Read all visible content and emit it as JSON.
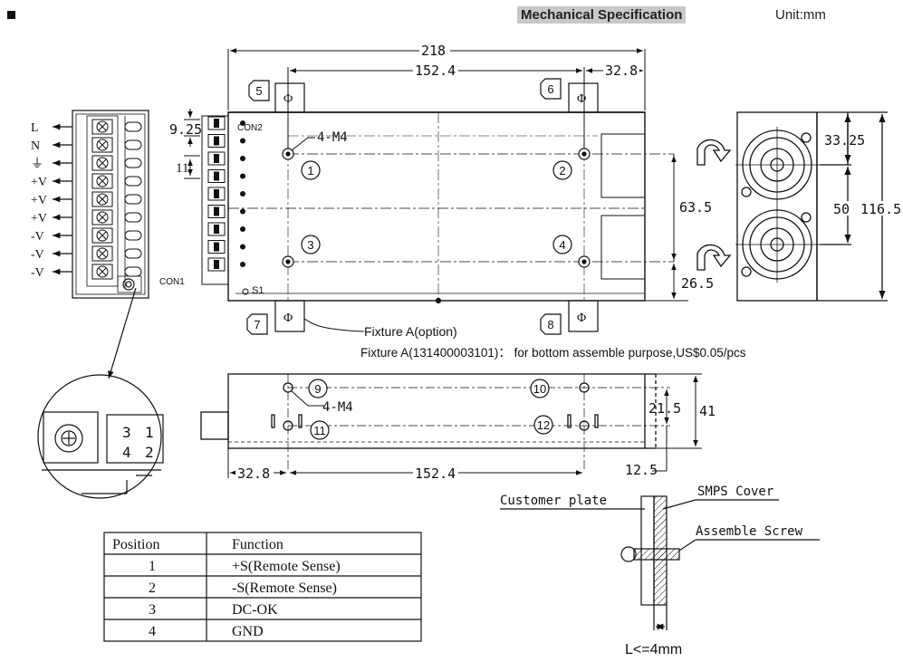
{
  "header": {
    "title": "Mechanical Specification",
    "unit": "Unit:mm"
  },
  "dims": {
    "overall_length": "218",
    "hole_spacing_x": "152.4",
    "hole_offset_right": "32.8",
    "terminal_pitch_top": "9.25",
    "terminal_pitch": "11",
    "hole_spacing_y": "63.5",
    "bottom_offset": "26.5",
    "fan_offset": "33.25",
    "fan_spacing": "50",
    "overall_width": "116.5",
    "side_hole_offset_left": "32.8",
    "side_hole_spacing": "152.4",
    "side_hole_height": "21.5",
    "overall_height": "41",
    "side_bottom_offset": "12.5"
  },
  "labels": {
    "screw_top": "4-M4",
    "screw_side": "4-M4",
    "con2": "CON2",
    "con1": "CON1",
    "s1": "S1",
    "fixture_callout": "Fixture A(option)",
    "fixture_note": "Fixture A(131400003101)： for bottom assemble purpose,US$0.05/pcs",
    "customer_plate": "Customer plate",
    "smps_cover": "SMPS Cover",
    "assemble_screw": "Assemble Screw",
    "screw_length": "L<=4mm"
  },
  "terminals": [
    "L",
    "N",
    "⏚",
    "+V",
    "+V",
    "+V",
    "-V",
    "-V",
    "-V"
  ],
  "markers": [
    "1",
    "2",
    "3",
    "4",
    "5",
    "6",
    "7",
    "8",
    "9",
    "10",
    "11",
    "12"
  ],
  "con1_pins": [
    "3",
    "1",
    "4",
    "2"
  ],
  "table": {
    "headers": [
      "Position",
      "Function"
    ],
    "rows": [
      [
        "1",
        "+S(Remote Sense)"
      ],
      [
        "2",
        "-S(Remote Sense)"
      ],
      [
        "3",
        "DC-OK"
      ],
      [
        "4",
        "GND"
      ]
    ]
  }
}
